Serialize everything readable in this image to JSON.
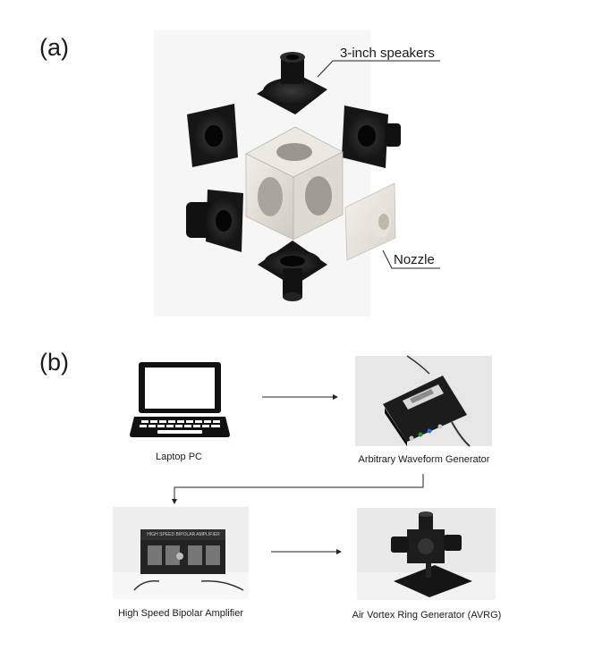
{
  "panel_a": {
    "label": "(a)",
    "speakers_callout": "3-inch speakers",
    "nozzle_callout": "Nozzle"
  },
  "panel_b": {
    "label": "(b)",
    "laptop_caption": "Laptop PC",
    "awg_caption": "Arbitrary Waveform Generator",
    "amp_caption": "High Speed Bipolar Amplifier",
    "avrg_caption": "Air Vortex Ring Generator (AVRG)",
    "amp_panel_text": "HIGH SPEED BIPOLAR AMPLIFIER"
  }
}
